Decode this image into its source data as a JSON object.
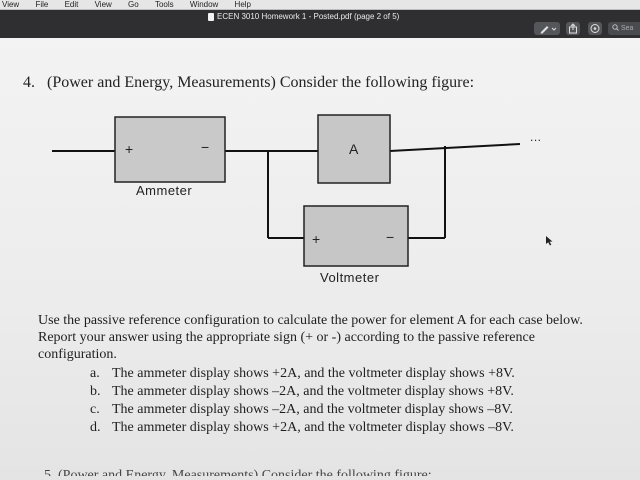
{
  "menubar": {
    "items": [
      "View",
      "File",
      "Edit",
      "View",
      "Go",
      "Tools",
      "Window",
      "Help"
    ]
  },
  "window": {
    "title": "ECEN 3010 Homework 1 - Posted.pdf (page 2 of 5)"
  },
  "toolbar": {
    "search_placeholder": "Sea"
  },
  "question4": {
    "number": "4.",
    "heading": "(Power and Energy, Measurements) Consider the following figure:",
    "figure": {
      "ammeter_plus": "+",
      "ammeter_minus": "−",
      "ammeter_label": "Ammeter",
      "element_label": "A",
      "voltmeter_plus": "+",
      "voltmeter_minus": "−",
      "voltmeter_label": "Voltmeter",
      "ellipsis": "..."
    },
    "instructions": "Use the passive reference configuration to calculate the power for element A for each case below.  Report your answer using the appropriate sign (+ or -) according to the passive reference configuration.",
    "parts": [
      {
        "label": "a.",
        "text": "The ammeter display shows +2A, and the voltmeter display shows +8V."
      },
      {
        "label": "b.",
        "text": "The ammeter display shows –2A, and the voltmeter display shows +8V."
      },
      {
        "label": "c.",
        "text": "The ammeter display shows –2A, and the voltmeter display shows –8V."
      },
      {
        "label": "d.",
        "text": "The ammeter display shows +2A, and the voltmeter display shows –8V."
      }
    ]
  },
  "question5": {
    "number": "5.",
    "heading": "(Power and Energy, Measurements) Consider the following figure:"
  }
}
